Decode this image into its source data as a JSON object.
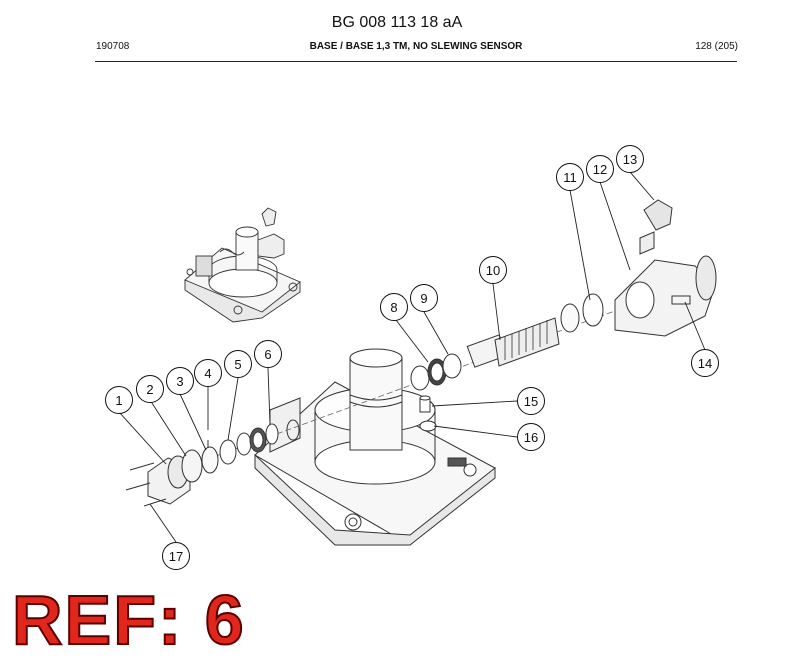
{
  "header": {
    "doc_number": "BG 008 113 18 aA",
    "date_code": "190708",
    "title": "BASE / BASE 1,3 TM, NO SLEWING SENSOR",
    "page": "128 (205)"
  },
  "callouts": [
    "1",
    "2",
    "3",
    "4",
    "5",
    "6",
    "8",
    "9",
    "10",
    "11",
    "12",
    "13",
    "14",
    "15",
    "16",
    "17"
  ],
  "reference": "REF: 6"
}
